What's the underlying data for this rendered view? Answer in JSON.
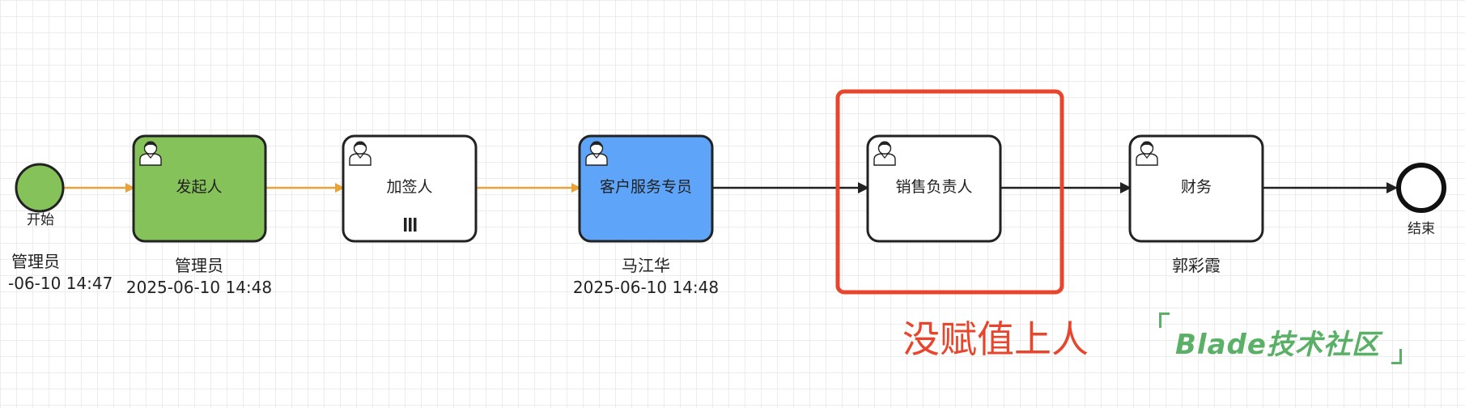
{
  "nodes": {
    "start": {
      "label": "开始"
    },
    "end": {
      "label": "结束"
    },
    "initiator": {
      "label": "发起人",
      "state": "completed"
    },
    "cosign": {
      "label": "加签人",
      "marker": "multi-instance"
    },
    "customer_service": {
      "label": "客户服务专员",
      "state": "active"
    },
    "sales_lead": {
      "label": "销售负责人"
    },
    "finance": {
      "label": "财务"
    }
  },
  "annotations": {
    "start_user": "管理员",
    "start_time": "-06-10 14:47",
    "initiator_user": "管理员",
    "initiator_time": "2025-06-10 14:48",
    "customer_service_user": "马江华",
    "customer_service_time": "2025-06-10 14:48",
    "finance_user": "郭彩霞"
  },
  "note": "没赋值上人",
  "watermark": "Blade技术社区",
  "colors": {
    "completed_fill": "#86c25a",
    "active_fill": "#5ea4f8",
    "taken_path": "#e8a33a",
    "pending_path": "#222222",
    "highlight_box": "#e8452c",
    "watermark": "#5bb067"
  }
}
